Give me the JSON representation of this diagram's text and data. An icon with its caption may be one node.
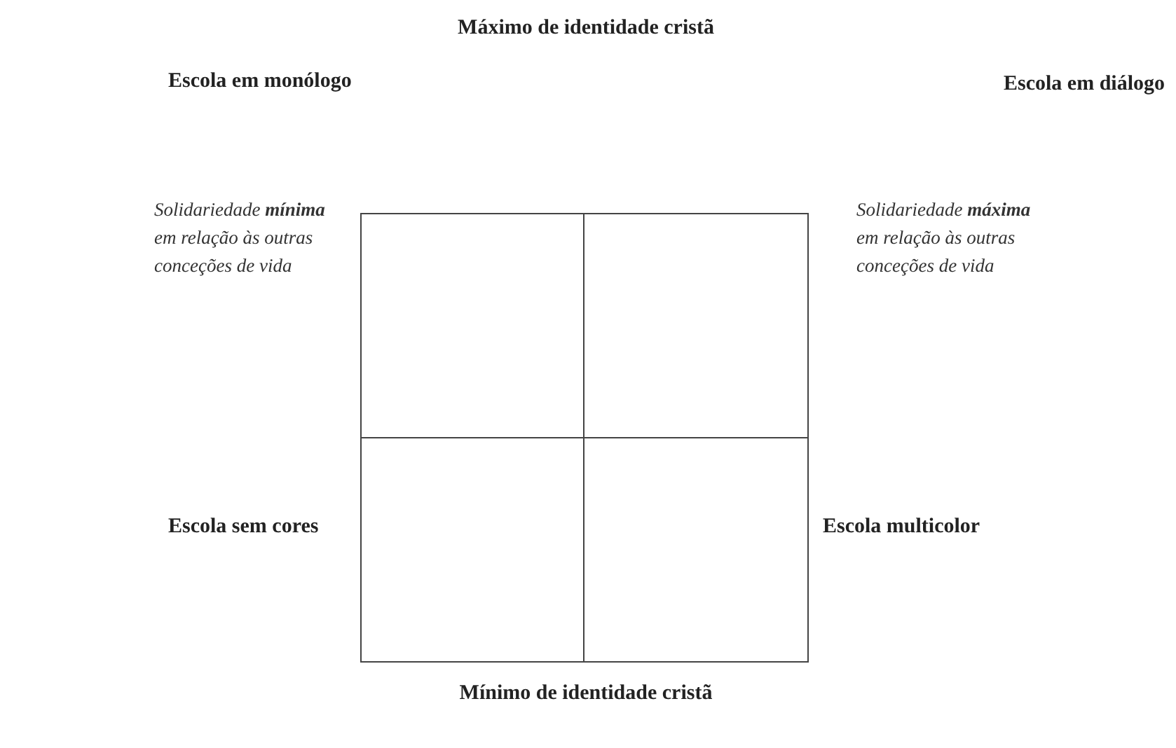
{
  "diagram": {
    "nodes": [
      {
        "text": [],
        "shape": "box"
      },
      {
        "text": [],
        "shape": "box"
      },
      {
        "text": [],
        "shape": "box"
      },
      {
        "text": [],
        "shape": "box"
      }
    ],
    "labels": [
      "Máximo de identidade cristã",
      "Escola em monólogo",
      "Escola em diálogo",
      "Solidariedade **mínima** em relação às outras conceções de vida",
      "Solidariedade **máxima** em relação às outras conceções de vida",
      "Escola sem cores",
      "Escola multicolor",
      "Mínimo de identidade cristã"
    ]
  }
}
